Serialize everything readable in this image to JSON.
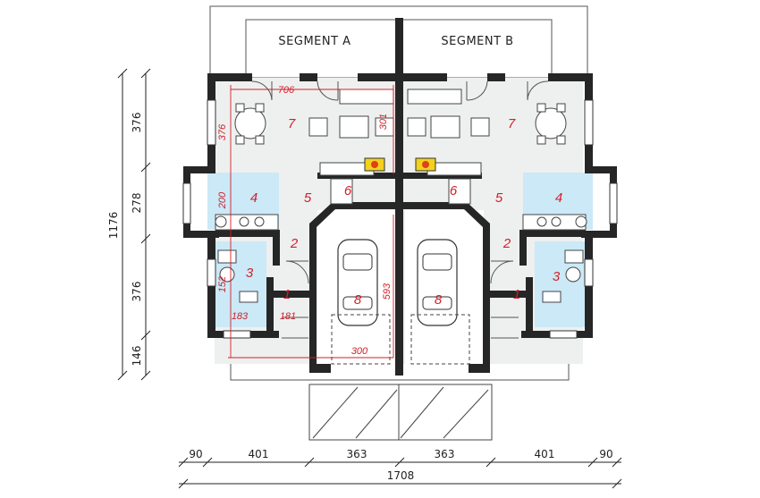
{
  "segments": {
    "a": "SEGMENT A",
    "b": "SEGMENT B"
  },
  "room_numbers": {
    "a_living": "7",
    "a_kitchen": "4",
    "a_hall": "5",
    "a_stair": "6",
    "a_corridor": "2",
    "a_bath": "3",
    "a_vestibule": "1",
    "a_garage": "8",
    "b_living": "7",
    "b_kitchen": "4",
    "b_hall": "5",
    "b_stair": "6",
    "b_corridor": "2",
    "b_bath": "3",
    "b_vestibule": "1",
    "b_garage": "8"
  },
  "inner_dims": {
    "living_width": "706",
    "living_depth": "376",
    "stair_len": "301",
    "kitchen_depth": "200",
    "garage_depth": "593",
    "bath_depth": "152",
    "bath_width": "183",
    "vestibule_width": "181",
    "garage_width": "300"
  },
  "outer_dims": {
    "left_top": "376",
    "left_mid": "278",
    "left_low": "376",
    "left_bottom": "146",
    "left_total": "1176",
    "bottom_1": "90",
    "bottom_2": "401",
    "bottom_3": "363",
    "bottom_4": "363",
    "bottom_5": "401",
    "bottom_6": "90",
    "bottom_total": "1708"
  },
  "colors": {
    "wall": "#262626",
    "floor": "#eef0f0",
    "wet_rooms": "#cbe9f7",
    "dimension_red": "#d0202a",
    "fireplace": "#f2d21b"
  }
}
